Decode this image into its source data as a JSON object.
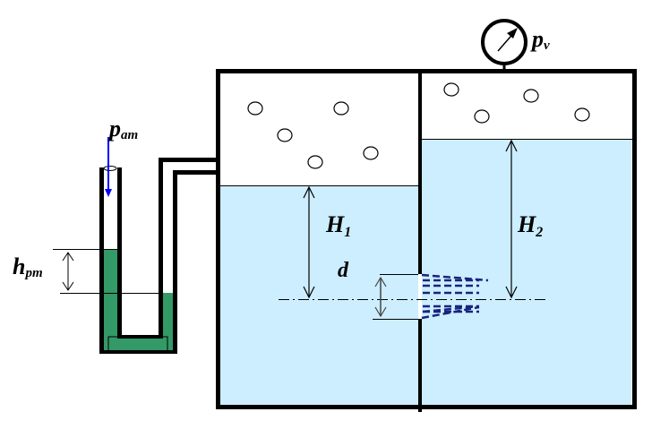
{
  "diagram": {
    "title": "Two-compartment tank with orifice, U-tube manometer and vacuum gauge",
    "colors": {
      "water": "#cceeff",
      "manometer_fluid": "#339966",
      "wall": "#000000",
      "arrow_pam": "#0000ff",
      "jet": "#1a237e",
      "background": "#ffffff"
    },
    "labels": {
      "p_am": {
        "main": "p",
        "sub": "am"
      },
      "p_v": {
        "main": "p",
        "sub": "v"
      },
      "h_pm": {
        "main": "h",
        "sub": "pm"
      },
      "H1": {
        "main": "H",
        "sub": "1"
      },
      "H2": {
        "main": "H",
        "sub": "2"
      },
      "d": {
        "main": "d",
        "sub": ""
      }
    },
    "components": [
      "u-tube-manometer",
      "connecting-pipe",
      "left-compartment",
      "right-compartment",
      "partition-wall",
      "orifice",
      "vacuum-gauge",
      "gas-bubbles",
      "centerline"
    ]
  }
}
